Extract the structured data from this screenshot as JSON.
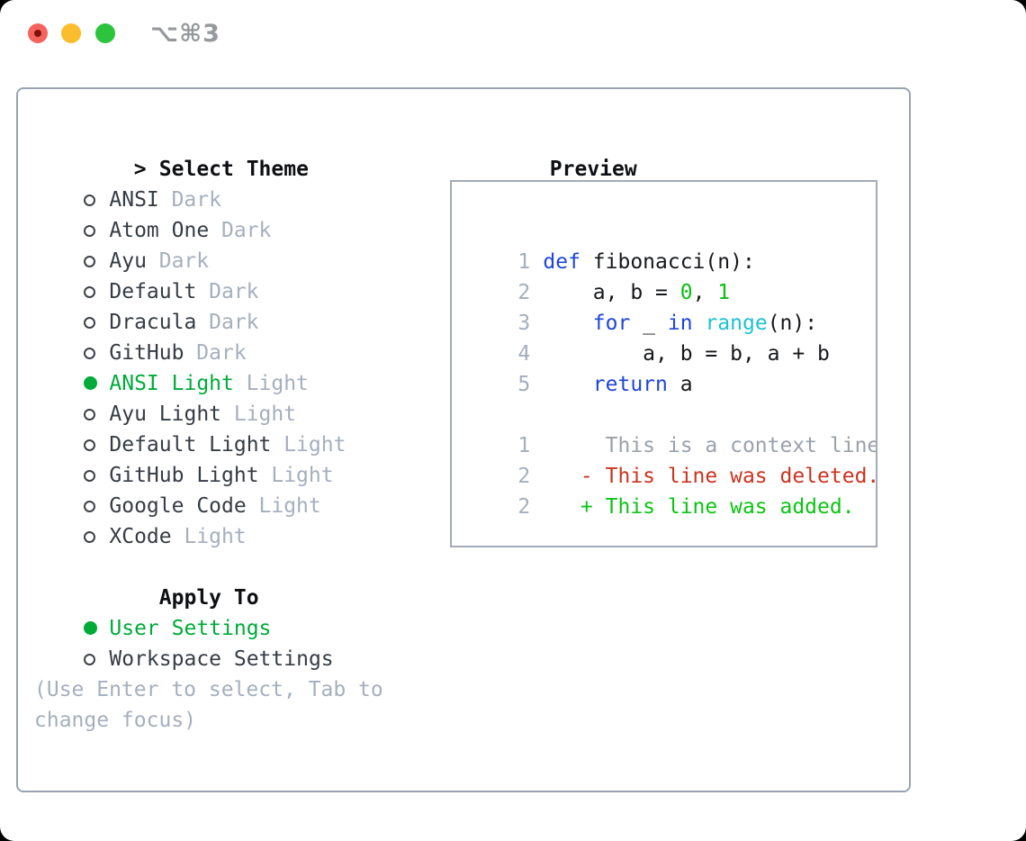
{
  "window": {
    "shortcut": "⌥⌘3",
    "traffic_lights": [
      "close",
      "minimize",
      "zoom"
    ]
  },
  "theme_panel": {
    "header": {
      "prefix": ">",
      "label": "Select Theme"
    },
    "themes": [
      {
        "name": "ANSI",
        "variant": "Dark",
        "selected": false
      },
      {
        "name": "Atom One",
        "variant": "Dark",
        "selected": false
      },
      {
        "name": "Ayu",
        "variant": "Dark",
        "selected": false
      },
      {
        "name": "Default",
        "variant": "Dark",
        "selected": false
      },
      {
        "name": "Dracula",
        "variant": "Dark",
        "selected": false
      },
      {
        "name": "GitHub",
        "variant": "Dark",
        "selected": false
      },
      {
        "name": "ANSI Light",
        "variant": "Light",
        "selected": true
      },
      {
        "name": "Ayu Light",
        "variant": "Light",
        "selected": false
      },
      {
        "name": "Default Light",
        "variant": "Light",
        "selected": false
      },
      {
        "name": "GitHub Light",
        "variant": "Light",
        "selected": false
      },
      {
        "name": "Google Code",
        "variant": "Light",
        "selected": false
      },
      {
        "name": "XCode",
        "variant": "Light",
        "selected": false
      }
    ],
    "apply_to": {
      "label": "Apply To",
      "options": [
        {
          "name": "User Settings",
          "selected": true
        },
        {
          "name": "Workspace Settings",
          "selected": false
        }
      ]
    },
    "hint_lines": [
      "(Use Enter to select, Tab to",
      "change focus)"
    ]
  },
  "preview": {
    "label": "Preview",
    "code_lines": [
      {
        "num": "1",
        "tokens": [
          {
            "t": "def",
            "c": "kw"
          },
          {
            "t": " fibonacci(n):",
            "c": "txt"
          }
        ]
      },
      {
        "num": "2",
        "tokens": [
          {
            "t": "    a, b = ",
            "c": "txt"
          },
          {
            "t": "0",
            "c": "num"
          },
          {
            "t": ", ",
            "c": "txt"
          },
          {
            "t": "1",
            "c": "num"
          }
        ]
      },
      {
        "num": "3",
        "tokens": [
          {
            "t": "    ",
            "c": "txt"
          },
          {
            "t": "for",
            "c": "kw"
          },
          {
            "t": " _ ",
            "c": "txt"
          },
          {
            "t": "in",
            "c": "kw"
          },
          {
            "t": " ",
            "c": "txt"
          },
          {
            "t": "range",
            "c": "fn"
          },
          {
            "t": "(n):",
            "c": "txt"
          }
        ]
      },
      {
        "num": "4",
        "tokens": [
          {
            "t": "        a, b = b, a + b",
            "c": "txt"
          }
        ]
      },
      {
        "num": "5",
        "tokens": [
          {
            "t": "    ",
            "c": "txt"
          },
          {
            "t": "return",
            "c": "kw"
          },
          {
            "t": " a",
            "c": "txt"
          }
        ]
      },
      {
        "num": "",
        "tokens": []
      },
      {
        "num": "1",
        "tokens": [
          {
            "t": "     This is a context line.",
            "c": "ctx"
          }
        ]
      },
      {
        "num": "2",
        "tokens": [
          {
            "t": "   - This line was deleted.",
            "c": "del"
          }
        ]
      },
      {
        "num": "2",
        "tokens": [
          {
            "t": "   + This line was added.",
            "c": "add"
          }
        ]
      }
    ]
  },
  "colors": {
    "heading": "#0e1013",
    "text_dark": "#363c44",
    "muted": "#a6afbe",
    "lnum": "#a4aebd",
    "circle_stroke": "#3c4249",
    "select_green": "#00ab3a",
    "kw_blue": "#1e45db",
    "fn_cyan": "#1ec2cd",
    "num_green": "#0abf12",
    "ctx_gray": "#9aa1ab",
    "del_red": "#ca3420",
    "add_green": "#0cc414",
    "panel_border": "#9aa3af",
    "preview_border": "#a3abb5",
    "shortcut_gray": "#95989d",
    "tl_red": "#f4645d",
    "tl_red_dot": "#7e120b",
    "tl_yellow": "#fbbd2d",
    "tl_green": "#2cc43c"
  }
}
